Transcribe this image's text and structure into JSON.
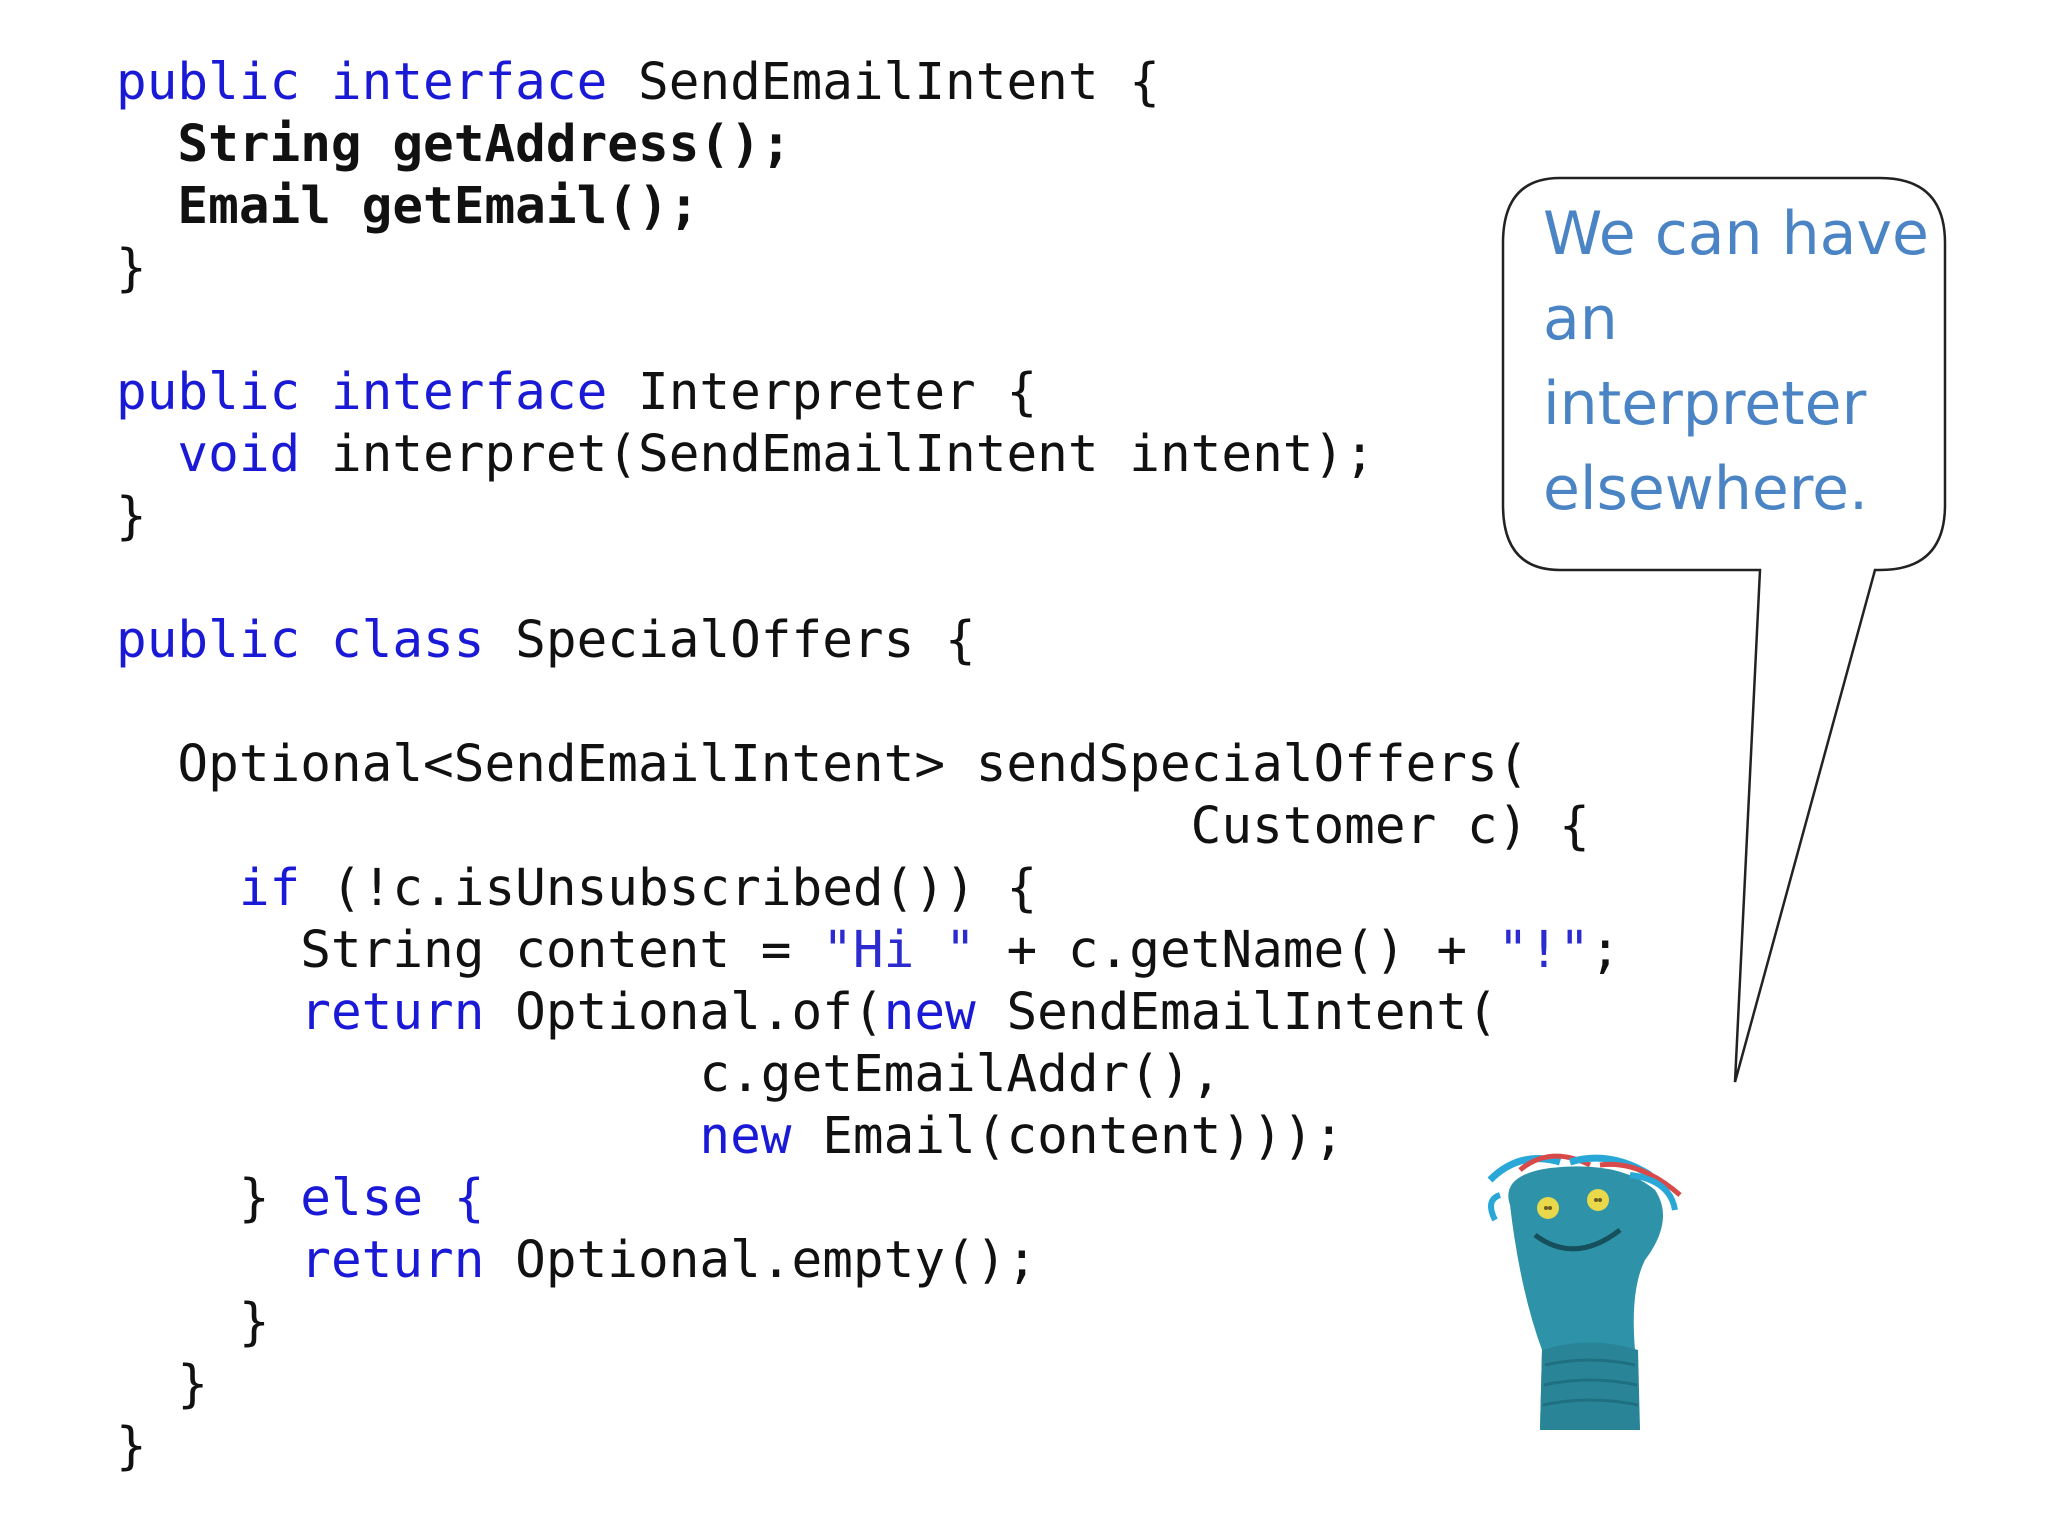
{
  "code_lines": [
    [
      {
        "t": "public interface ",
        "c": "kw"
      },
      {
        "t": "SendEmailIntent {",
        "c": "plain"
      }
    ],
    [
      {
        "t": "  String getAddress();",
        "c": "bold"
      }
    ],
    [
      {
        "t": "  Email getEmail();",
        "c": "bold"
      }
    ],
    [
      {
        "t": "}",
        "c": "plain"
      }
    ],
    [],
    [
      {
        "t": "public interface ",
        "c": "kw"
      },
      {
        "t": "Interpreter {",
        "c": "plain"
      }
    ],
    [
      {
        "t": "  ",
        "c": "plain"
      },
      {
        "t": "void ",
        "c": "kw"
      },
      {
        "t": "interpret(SendEmailIntent intent);",
        "c": "plain"
      }
    ],
    [
      {
        "t": "}",
        "c": "plain"
      }
    ],
    [],
    [
      {
        "t": "public class ",
        "c": "kw"
      },
      {
        "t": "SpecialOffers {",
        "c": "plain"
      }
    ],
    [],
    [
      {
        "t": "  Optional<SendEmailIntent> sendSpecialOffers(",
        "c": "plain"
      }
    ],
    [
      {
        "t": "                                   Customer c) {",
        "c": "plain"
      }
    ],
    [
      {
        "t": "    ",
        "c": "plain"
      },
      {
        "t": "if ",
        "c": "kw"
      },
      {
        "t": "(!c.isUnsubscribed()) {",
        "c": "plain"
      }
    ],
    [
      {
        "t": "      String content = ",
        "c": "plain"
      },
      {
        "t": "\"Hi \"",
        "c": "str"
      },
      {
        "t": " + c.getName() + ",
        "c": "plain"
      },
      {
        "t": "\"!\"",
        "c": "str"
      },
      {
        "t": ";",
        "c": "plain"
      }
    ],
    [
      {
        "t": "      ",
        "c": "plain"
      },
      {
        "t": "return ",
        "c": "kw"
      },
      {
        "t": "Optional.of(",
        "c": "plain"
      },
      {
        "t": "new ",
        "c": "kw"
      },
      {
        "t": "SendEmailIntent(",
        "c": "plain"
      }
    ],
    [
      {
        "t": "                   c.getEmailAddr(),",
        "c": "plain"
      }
    ],
    [
      {
        "t": "                   ",
        "c": "plain"
      },
      {
        "t": "new ",
        "c": "kw"
      },
      {
        "t": "Email(content)));",
        "c": "plain"
      }
    ],
    [
      {
        "t": "    } ",
        "c": "plain"
      },
      {
        "t": "else {",
        "c": "kw"
      }
    ],
    [
      {
        "t": "      ",
        "c": "plain"
      },
      {
        "t": "return ",
        "c": "kw"
      },
      {
        "t": "Optional.empty();",
        "c": "plain"
      }
    ],
    [
      {
        "t": "    }",
        "c": "plain"
      }
    ],
    [
      {
        "t": "  }",
        "c": "plain"
      }
    ],
    [
      {
        "t": "}",
        "c": "plain"
      }
    ]
  ],
  "callout": {
    "lines": [
      "We can have",
      "an",
      "interpreter",
      "elsewhere."
    ]
  },
  "colors": {
    "keyword": "#1a1ad6",
    "text": "#111111",
    "callout_text": "#4a84c4"
  },
  "puppet_icon": "sock-puppet-image"
}
